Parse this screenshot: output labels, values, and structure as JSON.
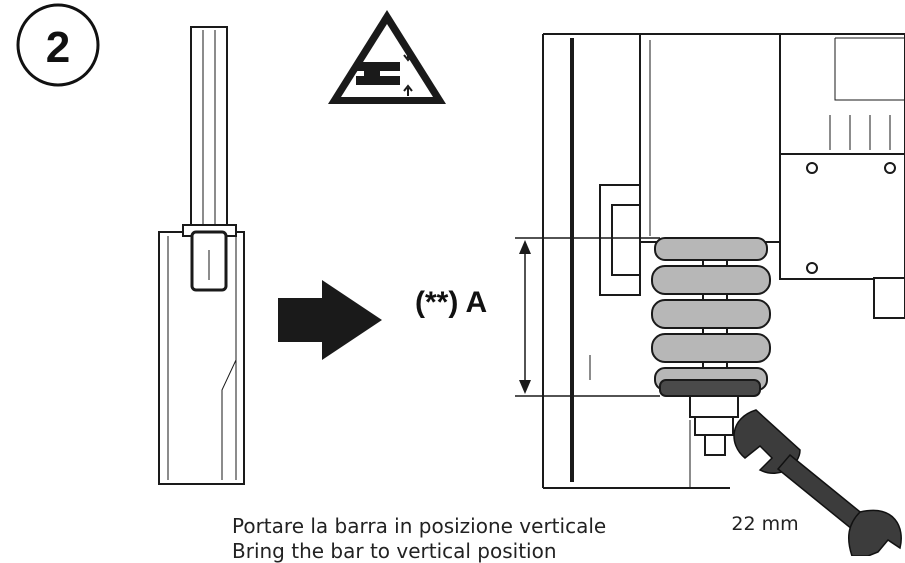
{
  "step": {
    "number": "2"
  },
  "warning_sign": {
    "icon": "hand-crush-warning-icon"
  },
  "dimension": {
    "label": "(**) A"
  },
  "tool": {
    "label": "22 mm",
    "icon": "wrench-icon"
  },
  "caption": {
    "it": "Portare la barra in posizione verticale",
    "en": "Bring the bar to vertical position"
  },
  "colors": {
    "spring": "#b7b7b7",
    "line": "#1a1a1a",
    "warning_bg": "#ffffff",
    "wrench": "#3c3c3c"
  }
}
